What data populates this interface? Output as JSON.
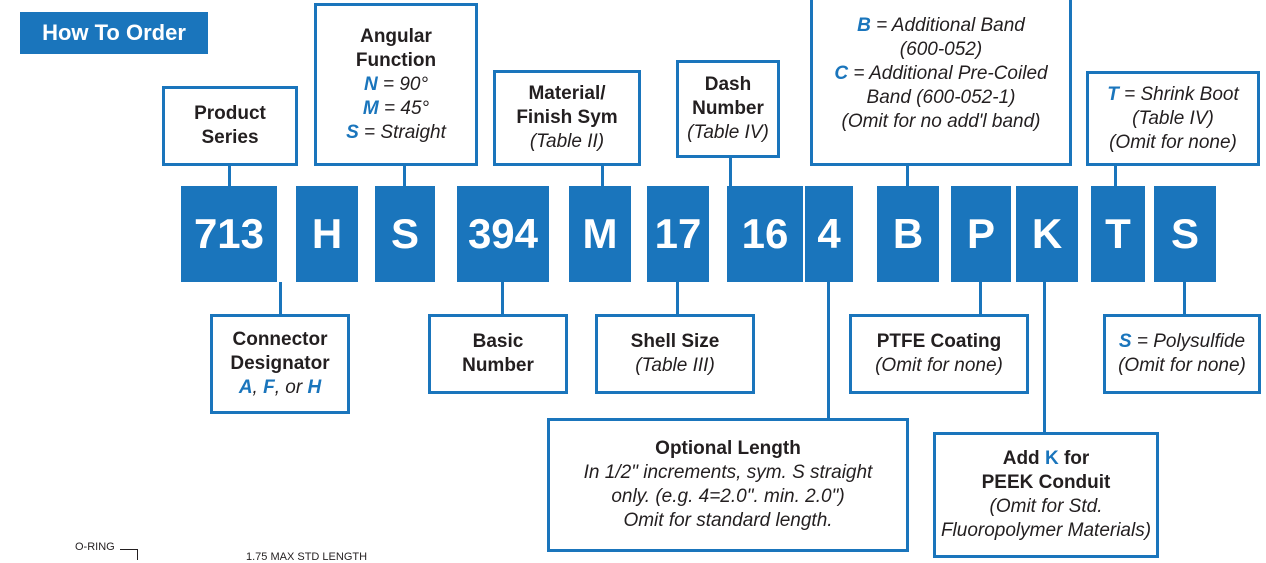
{
  "header": {
    "title": "How To Order"
  },
  "codes": {
    "c713": "713",
    "cH": "H",
    "cS": "S",
    "c394": "394",
    "cM": "M",
    "c17": "17",
    "c16": "16",
    "dash": "-",
    "c4": "4",
    "cB": "B",
    "cP": "P",
    "cK": "K",
    "cT": "T",
    "cS2": "S"
  },
  "top_labels": {
    "product_series": {
      "line1": "Product",
      "line2": "Series"
    },
    "angular_function": {
      "line1": "Angular",
      "line2": "Function",
      "n_code": "N",
      "n_text": " = 90°",
      "m_code": "M",
      "m_text": " = 45°",
      "s_code": "S",
      "s_text": " = Straight"
    },
    "material": {
      "line1": "Material/",
      "line2": "Finish Sym",
      "line3": "(Table II)"
    },
    "dash_number": {
      "line1": "Dash",
      "line2": "Number",
      "line3": "(Table IV)"
    },
    "band": {
      "b_code": "B",
      "b_text": " = Additional Band",
      "b_sub": "(600-052)",
      "c_code": "C",
      "c_text": " = Additional Pre-Coiled",
      "c_sub": "Band (600-052-1)",
      "omit": "(Omit for no add'l band)"
    },
    "shrink_boot": {
      "t_code": "T",
      "t_text": " = Shrink Boot",
      "line2": "(Table IV)",
      "line3": "(Omit for none)"
    }
  },
  "bottom_labels": {
    "connector": {
      "line1": "Connector",
      "line2": "Designator",
      "a": "A",
      "sep1": ", ",
      "f": "F",
      "sep2": ", or ",
      "h": "H"
    },
    "basic_number": {
      "line1": "Basic",
      "line2": "Number"
    },
    "shell_size": {
      "line1": "Shell Size",
      "line2": "(Table III)"
    },
    "ptfe": {
      "line1": "PTFE Coating",
      "line2": "(Omit for none)"
    },
    "polysulfide": {
      "s_code": "S",
      "s_text": " = Polysulfide",
      "line2": "(Omit for none)"
    },
    "optional_length": {
      "title": "Optional Length",
      "line1": "In 1/2\" increments, sym. S straight",
      "line2": "only. (e.g. 4=2.0\". min. 2.0\")",
      "line3": "Omit for standard length."
    },
    "peek": {
      "pre": "Add ",
      "k": "K",
      "post": " for",
      "line2": "PEEK Conduit",
      "line3": "(Omit for Std.",
      "line4": "Fluoropolymer Materials)"
    }
  },
  "footnotes": {
    "oring": "O-RING",
    "max_length": "1.75 MAX STD LENGTH"
  },
  "colors": {
    "accent": "#1a75bc",
    "text": "#231f20"
  }
}
